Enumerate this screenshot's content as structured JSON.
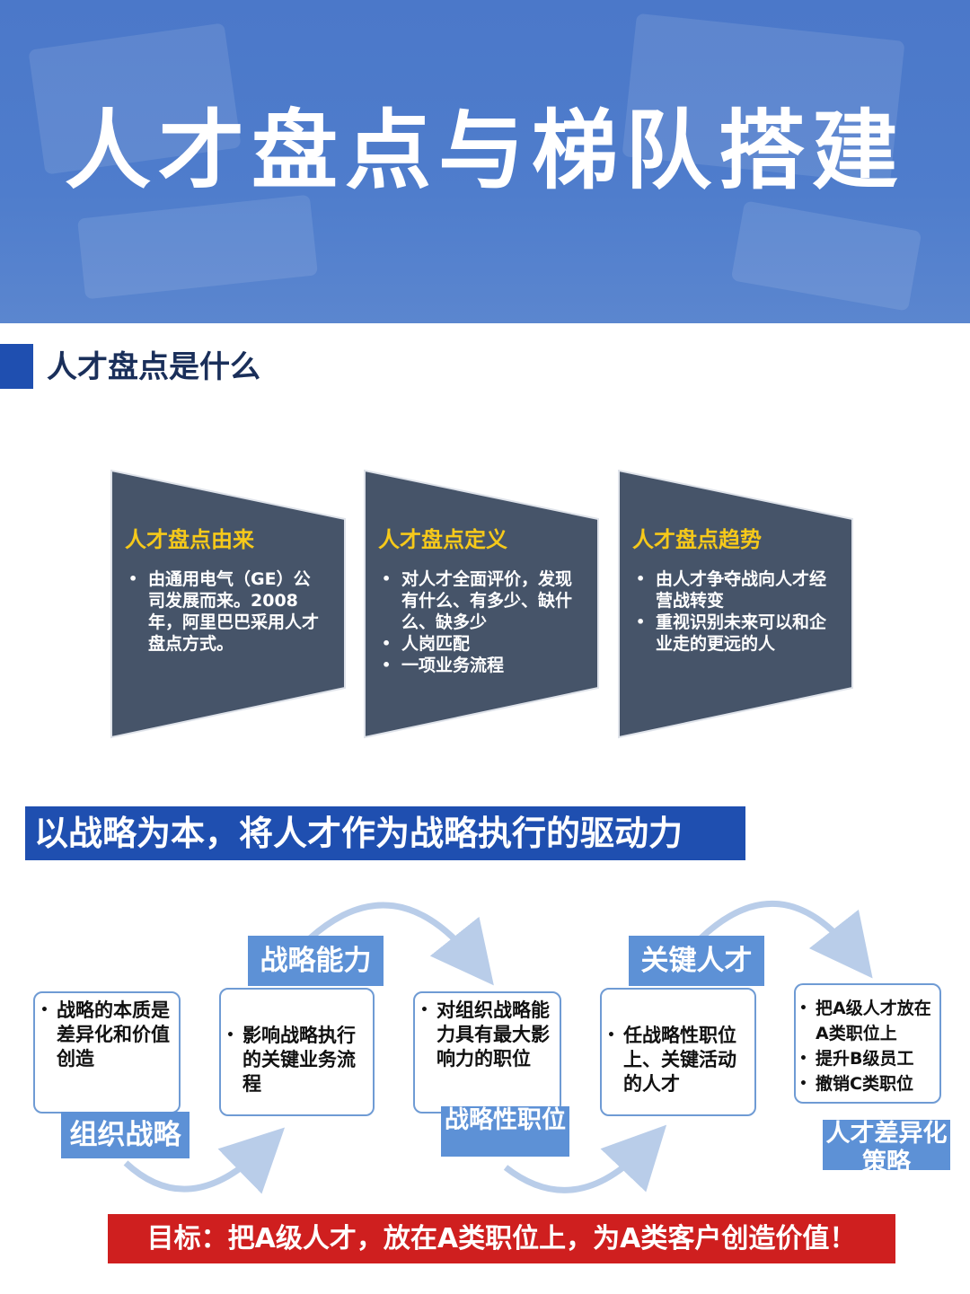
{
  "banner": {
    "title": "人才盘点与梯队搭建"
  },
  "section": {
    "title": "人才盘点是什么"
  },
  "cards": [
    {
      "title": "人才盘点由来",
      "items": [
        "由通用电气（GE）公司发展而来。2008年，阿里巴巴采用人才盘点方式。"
      ]
    },
    {
      "title": "人才盘点定义",
      "items": [
        "对人才全面评价，发现有什么、有多少、缺什么、缺多少",
        "人岗匹配",
        "一项业务流程"
      ]
    },
    {
      "title": "人才盘点趋势",
      "items": [
        "由人才争夺战向人才经营战转变",
        "重视识别未来可以和企业走的更远的人"
      ]
    }
  ],
  "strategy": {
    "banner": "以战略为本，将人才作为战略执行的驱动力"
  },
  "flow": {
    "box1": {
      "items": [
        "战略的本质是差异化和价值创造"
      ],
      "label": "组织战略"
    },
    "box2": {
      "items": [
        "影响战略执行的关键业务流程"
      ],
      "label": "战略能力"
    },
    "box3": {
      "items": [
        "对组织战略能力具有最大影响力的职位"
      ],
      "label": "战略性职位"
    },
    "box4": {
      "items": [
        "任战略性职位上、关键活动的人才"
      ],
      "label": "关键人才"
    },
    "box5": {
      "items": [
        "把A级人才放在A类职位上",
        "提升B级员工",
        "撤销C类职位"
      ],
      "label": "人才差异化策略"
    }
  },
  "goal": {
    "text": "目标：把A级人才，放在A类职位上，为A类客户创造价值！"
  },
  "colors": {
    "banner_blue": "#4f7dcc",
    "dark_blue": "#1f4fb0",
    "card_slate": "#465469",
    "card_title_yellow": "#f6c91a",
    "label_blue": "#5d91d6",
    "goal_red": "#cf1f1f"
  }
}
